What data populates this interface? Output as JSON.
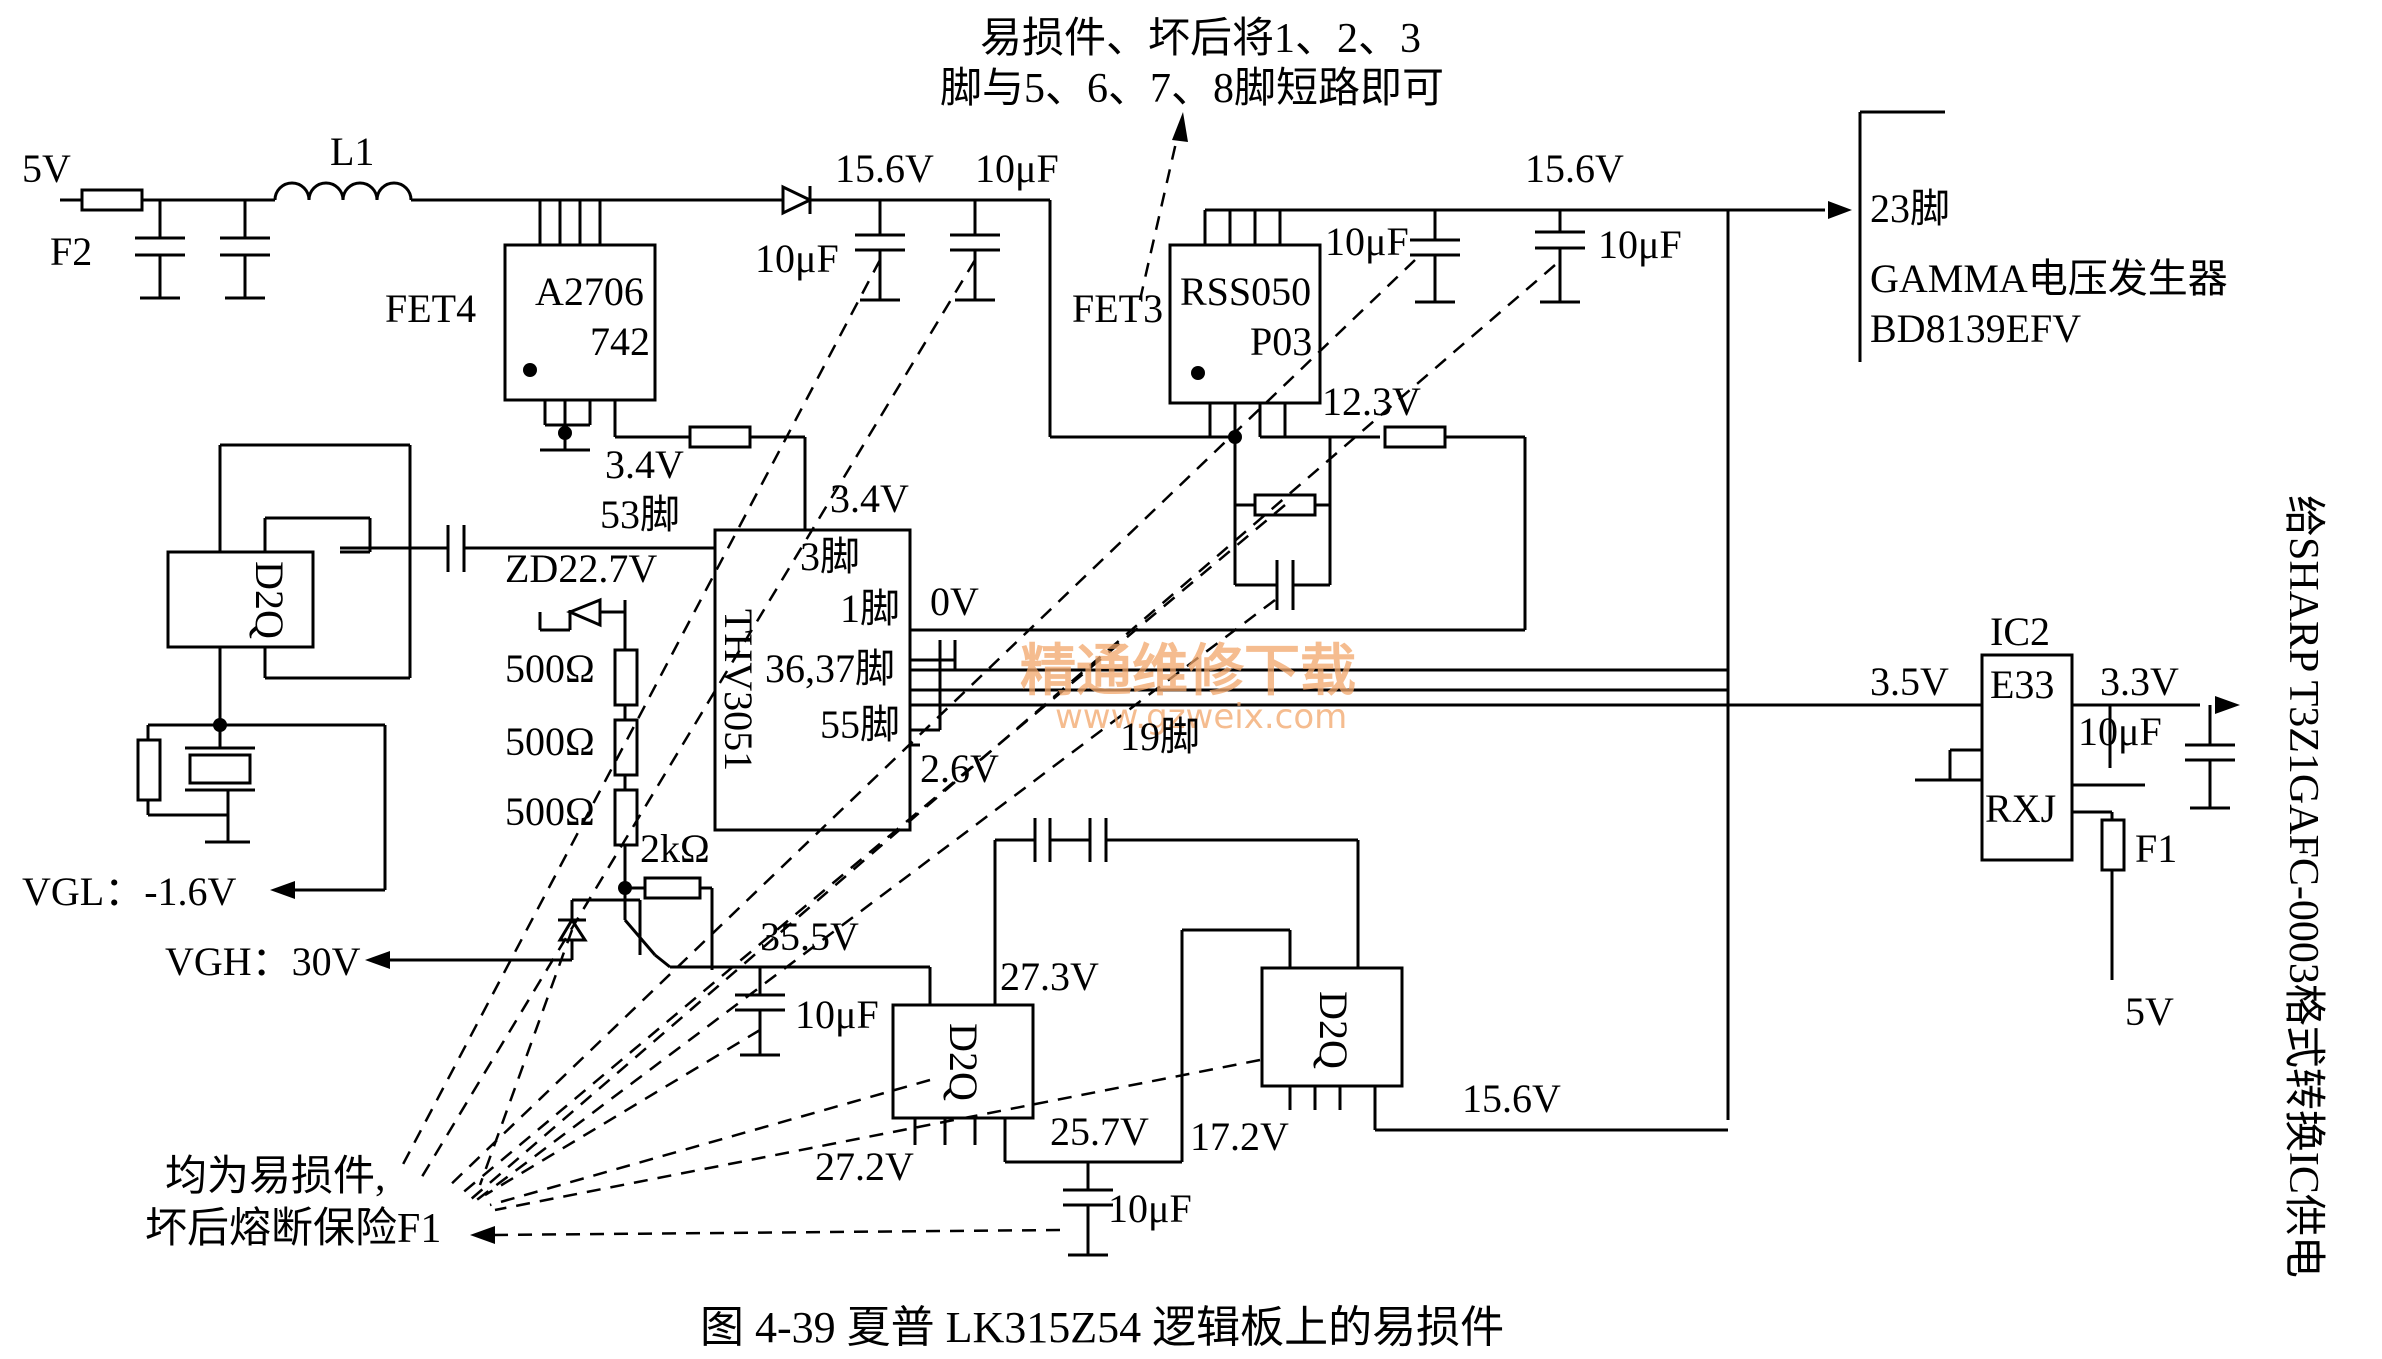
{
  "notes": {
    "top_line1": "易损件、坏后将1、2、3",
    "top_line2": "脚与5、6、7、8脚短路即可",
    "bottom_line1": "均为易损件,",
    "bottom_line2": "坏后熔断保险F1"
  },
  "labels": {
    "v5_in": "5V",
    "f2": "F2",
    "l1": "L1",
    "v156_a": "15.6V",
    "c10uf_a": "10μF",
    "c10uf_b": "10μF",
    "fet4": "FET4",
    "a2706": "A2706",
    "p742": "742",
    "v34_a": "3.4V",
    "pin53": "53脚",
    "v34_b": "3.4V",
    "pin3": "3脚",
    "fet3": "FET3",
    "rss050": "RSS050",
    "p03": "P03",
    "c10uf_c": "10μF",
    "v156_b": "15.6V",
    "c10uf_d": "10μF",
    "v123": "12.3V",
    "pin23": "23脚",
    "gamma": "GAMMA电压发生器",
    "bd": "BD8139EFV",
    "d2q_a": "D2Q",
    "zd": "ZD22.7V",
    "r500_a": "500Ω",
    "r500_b": "500Ω",
    "r500_c": "500Ω",
    "r2k": "2kΩ",
    "thv": "THV3051",
    "pin1": "1脚",
    "v0": "0V",
    "pin3637": "36,37脚",
    "pin55": "55脚",
    "pin19": "19脚",
    "v26": "2.6V",
    "vgl": "VGL：-1.6V",
    "vgh": "VGH：30V",
    "v355": "35.5V",
    "c10uf_e": "10μF",
    "v273": "27.3V",
    "d2q_b": "D2Q",
    "d2q_c": "D2Q",
    "v272": "27.2V",
    "v257": "25.7V",
    "v172": "17.2V",
    "v156_c": "15.6V",
    "c10uf_f": "10μF",
    "ic2": "IC2",
    "v35": "3.5V",
    "e33": "E33",
    "v33": "3.3V",
    "c10uf_g": "10μF",
    "rxj": "RXJ",
    "f1": "F1",
    "v5_b": "5V",
    "side": "给SHARP T3Z1GAFC-0003格式转换IC供电"
  },
  "caption": "图 4-39   夏普 LK315Z54 逻辑板上的易损件",
  "watermark": {
    "cn": "精通维修下载",
    "url": "www.gzweix.com"
  }
}
